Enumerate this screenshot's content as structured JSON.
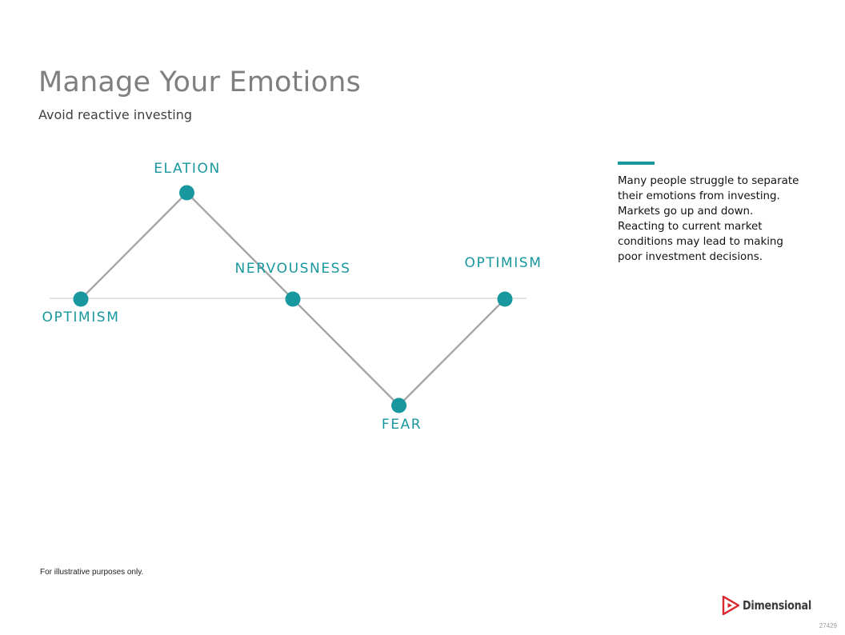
{
  "header": {
    "title": "Manage Your Emotions",
    "subtitle": "Avoid reactive investing"
  },
  "colors": {
    "accent": "#18979f",
    "line": "#a6a6a6",
    "baseline": "#d0d0d0",
    "logo": "#d9262c"
  },
  "diagram": {
    "nodes": [
      {
        "id": "optimism-start",
        "label": "OPTIMISM",
        "level": 0
      },
      {
        "id": "elation",
        "label": "ELATION",
        "level": 1
      },
      {
        "id": "nervousness",
        "label": "NERVOUSNESS",
        "level": 0
      },
      {
        "id": "fear",
        "label": "FEAR",
        "level": -1
      },
      {
        "id": "optimism-end",
        "label": "OPTIMISM",
        "level": 0
      }
    ]
  },
  "sidebar": {
    "text": "Many people struggle to separate their emotions from investing. Markets go up and down. Reacting to current market conditions may lead to making poor investment decisions."
  },
  "footer": {
    "note": "For illustrative purposes only.",
    "brand": "Dimensional",
    "brand_icon": "dimensional-logo-icon",
    "code": "27429"
  }
}
